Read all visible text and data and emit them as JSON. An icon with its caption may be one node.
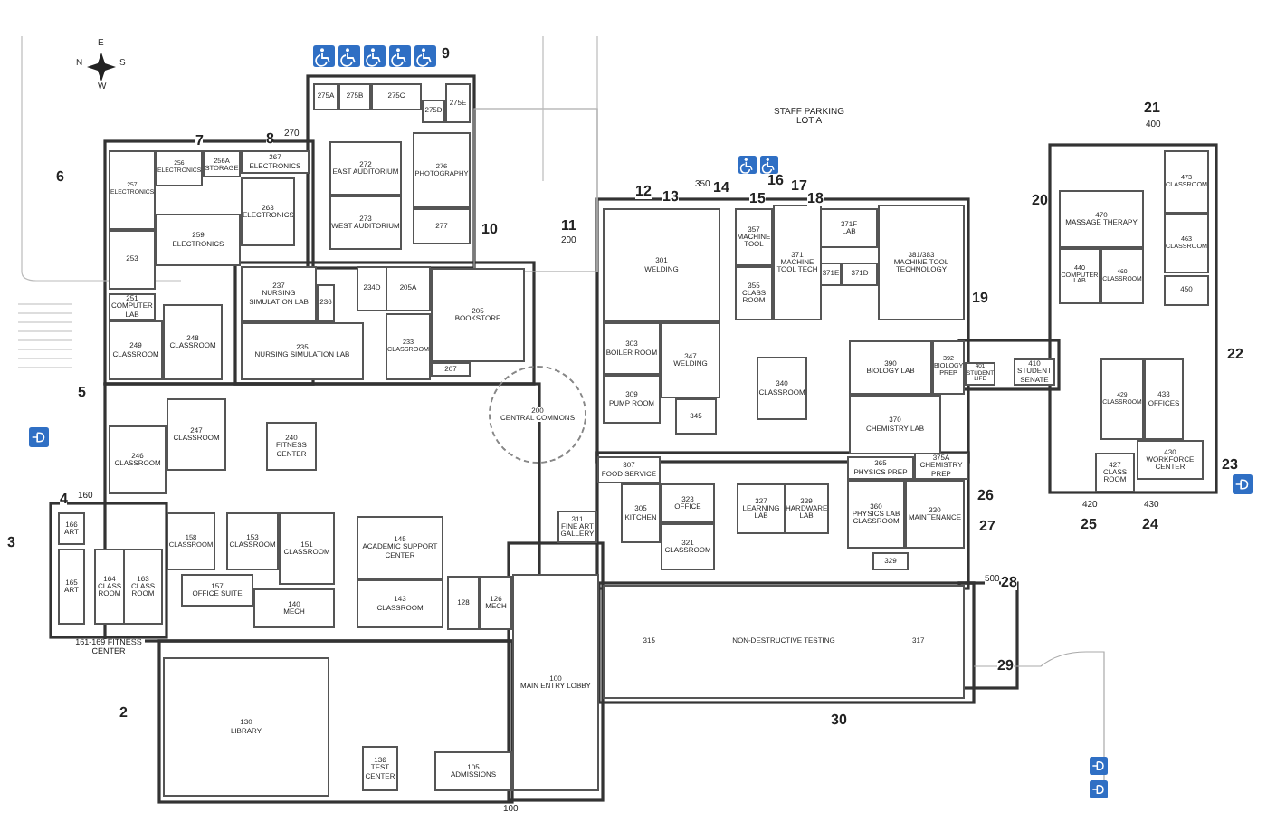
{
  "diagram": {
    "nodes": [
      {
        "text": [
          "257",
          "ELECTRONICS"
        ]
      },
      {
        "text": [
          "256",
          "ELECTRONICS"
        ]
      },
      {
        "text": [
          "256A",
          "STORAGE"
        ]
      },
      {
        "text": [
          "267",
          "ELECTRONICS"
        ]
      },
      {
        "text": [
          "263",
          "ELECTRONICS"
        ]
      },
      {
        "text": [
          "259",
          "ELECTRONICS"
        ]
      },
      {
        "text": [
          "253"
        ]
      },
      {
        "text": [
          "251",
          "COMPUTER LAB"
        ]
      },
      {
        "text": [
          "249",
          "CLASSROOM"
        ]
      },
      {
        "text": [
          "248",
          "CLASSROOM"
        ]
      },
      {
        "text": [
          "237",
          "NURSING SIMULATION LAB"
        ]
      },
      {
        "text": [
          "236"
        ]
      },
      {
        "text": [
          "235",
          "NURSING SIMULATION LAB"
        ]
      },
      {
        "text": [
          "234D"
        ]
      },
      {
        "text": [
          "205A"
        ]
      },
      {
        "text": [
          "233",
          "CLASSROOM"
        ]
      },
      {
        "text": [
          "205",
          "BOOKSTORE"
        ]
      },
      {
        "text": [
          "275A"
        ]
      },
      {
        "text": [
          "275B"
        ]
      },
      {
        "text": [
          "275C"
        ]
      },
      {
        "text": [
          "275D"
        ]
      },
      {
        "text": [
          "275E"
        ]
      },
      {
        "text": [
          "272",
          "EAST AUDITORIUM"
        ]
      },
      {
        "text": [
          "273",
          "WEST AUDITORIUM"
        ]
      },
      {
        "text": [
          "276",
          "PHOTOGRAPHY"
        ]
      },
      {
        "text": [
          "277"
        ]
      },
      {
        "text": [
          "207"
        ]
      },
      {
        "text": [
          "200",
          "CENTRAL COMMONS"
        ]
      },
      {
        "text": [
          "301",
          "WELDING"
        ]
      },
      {
        "text": [
          "303",
          "BOILER ROOM"
        ]
      },
      {
        "text": [
          "309",
          "PUMP ROOM"
        ]
      },
      {
        "text": [
          "347",
          "WELDING"
        ]
      },
      {
        "text": [
          "345"
        ]
      },
      {
        "text": [
          "357",
          "MACHINE TOOL"
        ]
      },
      {
        "text": [
          "355",
          "CLASS ROOM"
        ]
      },
      {
        "text": [
          "371",
          "MACHINE TOOL TECH"
        ]
      },
      {
        "text": [
          "371F",
          "LAB"
        ]
      },
      {
        "text": [
          "371E"
        ]
      },
      {
        "text": [
          "371D"
        ]
      },
      {
        "text": [
          "381/383",
          "MACHINE TOOL TECHNOLOGY"
        ]
      },
      {
        "text": [
          "390",
          "BIOLOGY LAB"
        ]
      },
      {
        "text": [
          "392",
          "BIOLOGY PREP"
        ]
      },
      {
        "text": [
          "370",
          "CHEMISTRY LAB"
        ]
      },
      {
        "text": [
          "340",
          "CLASSROOM"
        ]
      },
      {
        "text": [
          "401",
          "STUDENT LIFE"
        ]
      },
      {
        "text": [
          "410",
          "STUDENT SENATE"
        ]
      },
      {
        "text": [
          "470",
          "MASSAGE THERAPY"
        ]
      },
      {
        "text": [
          "473",
          "CLASSROOM"
        ]
      },
      {
        "text": [
          "440",
          "COMPUTER LAB"
        ]
      },
      {
        "text": [
          "460",
          "CLASSROOM"
        ]
      },
      {
        "text": [
          "463",
          "CLASSROOM"
        ]
      },
      {
        "text": [
          "450"
        ]
      },
      {
        "text": [
          "429",
          "CLASSROOM"
        ]
      },
      {
        "text": [
          "433",
          "OFFICES"
        ]
      },
      {
        "text": [
          "430",
          "WORKFORCE CENTER"
        ]
      },
      {
        "text": [
          "427",
          "CLASS ROOM"
        ]
      },
      {
        "text": [
          "365",
          "PHYSICS PREP"
        ]
      },
      {
        "text": [
          "375A",
          "CHEMISTRY PREP"
        ]
      },
      {
        "text": [
          "360",
          "PHYSICS LAB CLASSROOM"
        ]
      },
      {
        "text": [
          "330",
          "MAINTENANCE"
        ]
      },
      {
        "text": [
          "329"
        ]
      },
      {
        "text": [
          "315",
          "NON-DESTRUCTIVE TESTING",
          "317"
        ]
      },
      {
        "text": [
          "100",
          "MAIN ENTRY LOBBY"
        ]
      },
      {
        "text": [
          "307",
          "FOOD SERVICE"
        ]
      },
      {
        "text": [
          "305",
          "KITCHEN"
        ]
      },
      {
        "text": [
          "323",
          "OFFICE"
        ]
      },
      {
        "text": [
          "321",
          "CLASSROOM"
        ]
      },
      {
        "text": [
          "327",
          "LEARNING LAB"
        ]
      },
      {
        "text": [
          "339",
          "HARDWARE LAB"
        ]
      },
      {
        "text": [
          "311",
          "FINE ART GALLERY"
        ]
      },
      {
        "text": [
          "246",
          "CLASSROOM"
        ]
      },
      {
        "text": [
          "247",
          "CLASSROOM"
        ]
      },
      {
        "text": [
          "240",
          "FITNESS CENTER"
        ]
      },
      {
        "text": [
          "158",
          "CLASSROOM"
        ]
      },
      {
        "text": [
          "153",
          "CLASSROOM"
        ]
      },
      {
        "text": [
          "151",
          "CLASSROOM"
        ]
      },
      {
        "text": [
          "157",
          "OFFICE SUITE"
        ]
      },
      {
        "text": [
          "140",
          "MECH"
        ]
      },
      {
        "text": [
          "166",
          "ART"
        ]
      },
      {
        "text": [
          "165",
          "ART"
        ]
      },
      {
        "text": [
          "164",
          "CLASS ROOM"
        ]
      },
      {
        "text": [
          "163",
          "CLASS ROOM"
        ]
      },
      {
        "text": [
          "130",
          "LIBRARY"
        ]
      },
      {
        "text": [
          "145",
          "ACADEMIC SUPPORT CENTER"
        ]
      },
      {
        "text": [
          "143",
          "CLASSROOM"
        ]
      },
      {
        "text": [
          "128"
        ]
      },
      {
        "text": [
          "126",
          "MECH"
        ]
      },
      {
        "text": [
          "136",
          "TEST CENTER"
        ]
      },
      {
        "text": [
          "105",
          "ADMISSIONS"
        ]
      }
    ],
    "labels": [
      "N",
      "E",
      "S",
      "W",
      "STAFF PARKING LOT A",
      "161-169 FITNESS CENTER",
      "2",
      "3",
      "4",
      "160",
      "5",
      "6",
      "7",
      "8",
      "270",
      "9",
      "10",
      "11",
      "200",
      "12",
      "13",
      "350",
      "14",
      "15",
      "16",
      "17",
      "18",
      "19",
      "20",
      "21",
      "400",
      "22",
      "23",
      "25",
      "420",
      "24",
      "430",
      "26",
      "27",
      "28",
      "500",
      "29",
      "30",
      "100"
    ]
  }
}
